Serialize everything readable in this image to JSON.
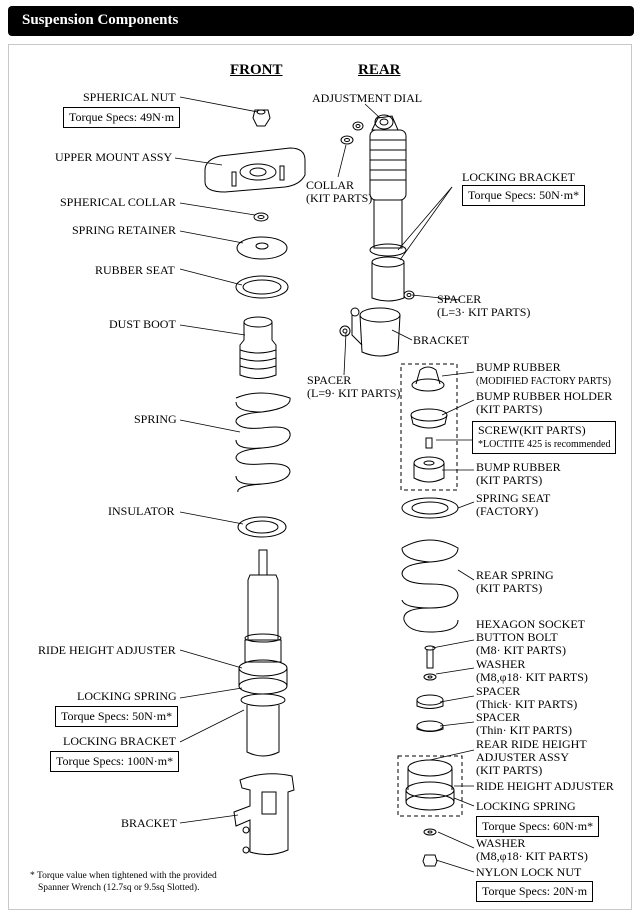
{
  "header": {
    "title": "Suspension Components"
  },
  "columns": {
    "front": "FRONT",
    "rear": "REAR"
  },
  "front": {
    "spherical_nut": "SPHERICAL NUT",
    "spherical_nut_torque": "Torque Specs: 49N·m",
    "upper_mount": "UPPER MOUNT ASSY",
    "spherical_collar": "SPHERICAL COLLAR",
    "spring_retainer": "SPRING RETAINER",
    "rubber_seat": "RUBBER SEAT",
    "dust_boot": "DUST BOOT",
    "spring": "SPRING",
    "insulator": "INSULATOR",
    "ride_height_adjuster": "RIDE HEIGHT ADJUSTER",
    "locking_spring": "LOCKING SPRING",
    "locking_spring_torque": "Torque Specs: 50N·m*",
    "locking_bracket": "LOCKING BRACKET",
    "locking_bracket_torque": "Torque Specs: 100N·m*",
    "bracket": "BRACKET"
  },
  "rear": {
    "adjustment_dial": "ADJUSTMENT DIAL",
    "collar_1": "COLLAR",
    "collar_2": "(KIT PARTS)",
    "locking_bracket": "LOCKING BRACKET",
    "locking_bracket_torque": "Torque Specs: 50N·m*",
    "spacer3_1": "SPACER",
    "spacer3_2": "(L=3· KIT PARTS)",
    "bracket": "BRACKET",
    "spacer9_1": "SPACER",
    "spacer9_2": "(L=9· KIT PARTS)",
    "bump_rubber_mod_1": "BUMP RUBBER",
    "bump_rubber_mod_2": "(MODIFIED FACTORY PARTS)",
    "bump_holder_1": "BUMP RUBBER HOLDER",
    "bump_holder_2": "(KIT PARTS)",
    "screw_1": "SCREW(KIT PARTS)",
    "screw_2": "*LOCTITE 425 is recommended",
    "bump_rubber_kit_1": "BUMP RUBBER",
    "bump_rubber_kit_2": "(KIT PARTS)",
    "spring_seat_1": "SPRING SEAT",
    "spring_seat_2": "(FACTORY)",
    "rear_spring_1": "REAR SPRING",
    "rear_spring_2": "(KIT PARTS)",
    "hex_bolt_1": "HEXAGON SOCKET",
    "hex_bolt_2": "BUTTON BOLT",
    "hex_bolt_3": "(M8· KIT PARTS)",
    "washer1_1": "WASHER",
    "washer1_2": "(M8,φ18· KIT PARTS)",
    "spacer_thick_1": "SPACER",
    "spacer_thick_2": "(Thick· KIT PARTS)",
    "spacer_thin_1": "SPACER",
    "spacer_thin_2": "(Thin· KIT PARTS)",
    "rrh_1": "REAR RIDE HEIGHT",
    "rrh_2": "ADJUSTER ASSY",
    "rrh_3": "(KIT PARTS)",
    "ride_height_adjuster": "RIDE HEIGHT ADJUSTER",
    "locking_spring": "LOCKING SPRING",
    "locking_spring_torque": "Torque Specs: 60N·m*",
    "washer2_1": "WASHER",
    "washer2_2": "(M8,φ18· KIT PARTS)",
    "nylon_nut": "NYLON LOCK NUT",
    "nylon_nut_torque": "Torque Specs: 20N·m"
  },
  "footnote": {
    "line1": "* Torque value when tightened with the provided",
    "line2": "Spanner Wrench (12.7sq or 9.5sq Slotted)."
  }
}
